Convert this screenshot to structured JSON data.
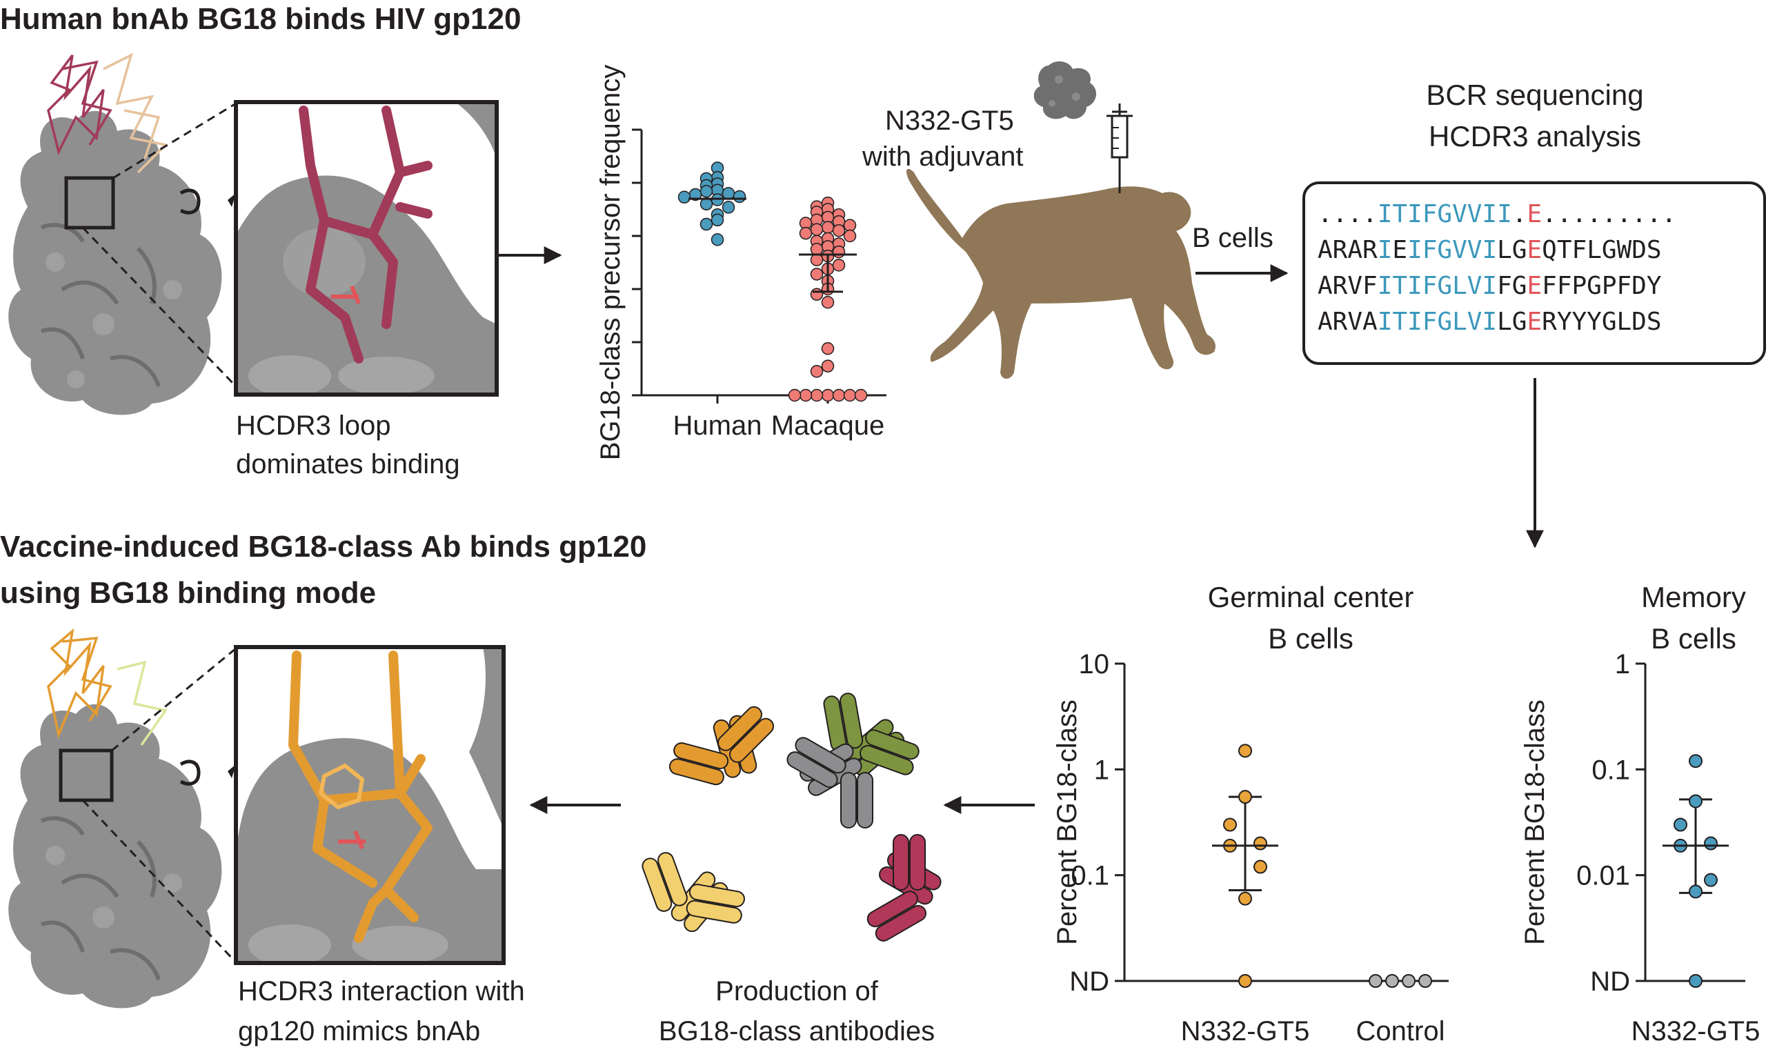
{
  "colors": {
    "human_dot": "#4a9bbe",
    "macaque_dot": "#ee7b76",
    "gt5_dot": "#e8a33a",
    "control_dot": "#b3b3b3",
    "memory_dot": "#4a9bbe",
    "bg18_stick": "#a23a5a",
    "vaccine_stick": "#e39b30",
    "surface": "#8f8f8f",
    "monkey": "#8f7757",
    "seq_blue": "#3c98bc",
    "seq_red": "#e0555a",
    "ab_orange": "#e39b30",
    "ab_green": "#7d9540",
    "ab_gray": "#8d8d8f",
    "ab_yellow": "#f3d06f",
    "ab_crimson": "#b13858"
  },
  "top": {
    "title": "Human bnAb BG18 binds HIV gp120",
    "caption_lines": [
      "HCDR3 loop",
      "dominates binding"
    ],
    "immunogen_label_lines": [
      "N332-GT5",
      "with adjuvant"
    ],
    "bcells_label": "B cells",
    "bcr_title_lines": [
      "BCR sequencing",
      "HCDR3 analysis"
    ],
    "sequences": [
      [
        {
          "t": "....",
          "c": "k"
        },
        {
          "t": "ITIFGVVII",
          "c": "b"
        },
        {
          "t": ".",
          "c": "k"
        },
        {
          "t": "E",
          "c": "r"
        },
        {
          "t": ".........",
          "c": "k"
        }
      ],
      [
        {
          "t": "ARAR",
          "c": "k"
        },
        {
          "t": "I",
          "c": "b"
        },
        {
          "t": "E",
          "c": "k"
        },
        {
          "t": "IFGVVI",
          "c": "b"
        },
        {
          "t": "LG",
          "c": "k"
        },
        {
          "t": "E",
          "c": "r"
        },
        {
          "t": "QTFLGWDS",
          "c": "k"
        }
      ],
      [
        {
          "t": "ARVF",
          "c": "k"
        },
        {
          "t": "ITIFGLVI",
          "c": "b"
        },
        {
          "t": "FG",
          "c": "k"
        },
        {
          "t": "E",
          "c": "r"
        },
        {
          "t": "FFPGPFDY",
          "c": "k"
        }
      ],
      [
        {
          "t": "ARVA",
          "c": "k"
        },
        {
          "t": "ITIFGLVI",
          "c": "b"
        },
        {
          "t": "LG",
          "c": "k"
        },
        {
          "t": "E",
          "c": "r"
        },
        {
          "t": "RYYYGLDS",
          "c": "k"
        }
      ]
    ]
  },
  "bottom": {
    "title_lines": [
      "Vaccine-induced BG18-class Ab binds gp120",
      "using BG18 binding mode"
    ],
    "caption_lines": [
      "HCDR3 interaction with",
      "gp120 mimics bnAb"
    ],
    "production_lines": [
      "Production of",
      "BG18-class antibodies"
    ]
  },
  "chart_data": [
    {
      "type": "scatter",
      "ylabel": "BG18-class precursor frequency",
      "categories": [
        "Human",
        "Macaque"
      ],
      "ylim": [
        0,
        5
      ],
      "series": [
        {
          "values": [
            4.28,
            4.1,
            4.08,
            3.98,
            3.95,
            3.86,
            3.84,
            3.8,
            3.78,
            3.74,
            3.73,
            3.68,
            3.6,
            3.54,
            3.4,
            3.3,
            3.22,
            2.93
          ],
          "median": 3.7
        },
        {
          "values": [
            3.62,
            3.55,
            3.5,
            3.45,
            3.4,
            3.35,
            3.3,
            3.27,
            3.24,
            3.2,
            3.16,
            3.12,
            3.1,
            3.05,
            3.0,
            2.95,
            2.9,
            2.85,
            2.8,
            2.75,
            2.7,
            2.62,
            2.55,
            2.45,
            2.38,
            2.28,
            2.15,
            2.0,
            1.9,
            1.75,
            0.88,
            0.55,
            0.45,
            0.0,
            0.0,
            0.0,
            0.0,
            0.0,
            0.0,
            0.0
          ],
          "median": 2.65,
          "q1": 1.95
        }
      ]
    },
    {
      "type": "scatter",
      "title": "Germinal center B cells",
      "ylabel": "Percent BG18-class",
      "y_scale": "log",
      "y_ticks": [
        "10",
        "1",
        "0.1",
        "ND"
      ],
      "ylim": [
        0.01,
        10
      ],
      "categories": [
        "N332-GT5",
        "Control"
      ],
      "series": [
        {
          "values": [
            1.5,
            0.55,
            0.3,
            0.2,
            0.19,
            0.12,
            0.06,
            "ND"
          ],
          "mean": 0.19,
          "sd_upper": 0.55,
          "sd_lower": 0.072
        },
        {
          "values": [
            "ND",
            "ND",
            "ND",
            "ND"
          ]
        }
      ]
    },
    {
      "type": "scatter",
      "title": "Memory B cells",
      "ylabel": "Percent BG18-class",
      "y_scale": "log",
      "y_ticks": [
        "1",
        "0.1",
        "0.01",
        "ND"
      ],
      "ylim": [
        0.001,
        1
      ],
      "categories": [
        "N332-GT5"
      ],
      "series": [
        {
          "values": [
            0.12,
            0.05,
            0.03,
            0.02,
            0.019,
            0.009,
            0.007,
            "ND"
          ],
          "mean": 0.019,
          "sd_upper": 0.052,
          "sd_lower": 0.0068
        }
      ]
    }
  ]
}
